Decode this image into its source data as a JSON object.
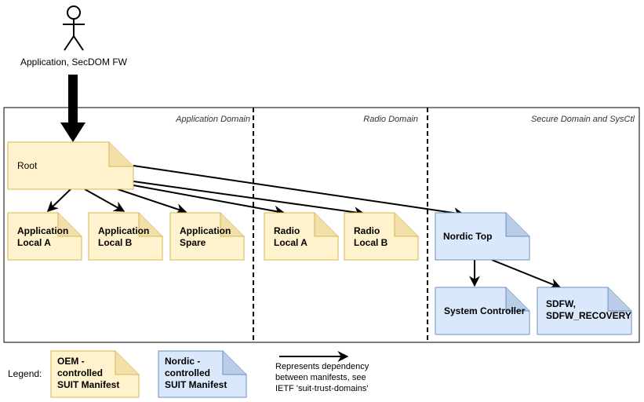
{
  "actor": {
    "label": "Application, SecDOM FW"
  },
  "domains": [
    {
      "label": "Application Domain"
    },
    {
      "label": "Radio Domain"
    },
    {
      "label": "Secure Domain and SysCtl"
    }
  ],
  "manifests": {
    "root": {
      "lines": [
        "Root"
      ]
    },
    "app_local_a": {
      "lines": [
        "Application",
        "Local A"
      ]
    },
    "app_local_b": {
      "lines": [
        "Application",
        "Local B"
      ]
    },
    "app_spare": {
      "lines": [
        "Application",
        "Spare"
      ]
    },
    "radio_local_a": {
      "lines": [
        "Radio",
        "Local A"
      ]
    },
    "radio_local_b": {
      "lines": [
        "Radio",
        "Local B"
      ]
    },
    "nordic_top": {
      "lines": [
        "Nordic Top"
      ]
    },
    "system_controller": {
      "lines": [
        "System Controller"
      ]
    },
    "sdfw": {
      "lines": [
        "SDFW,",
        "SDFW_RECOVERY"
      ]
    }
  },
  "legend": {
    "title": "Legend:",
    "oem": {
      "lines": [
        "OEM -",
        "controlled",
        "SUIT Manifest"
      ]
    },
    "nordic": {
      "lines": [
        "Nordic -",
        "controlled",
        "SUIT Manifest"
      ]
    },
    "arrow_desc": {
      "lines": [
        "Represents dependency",
        "between manifests, see",
        "IETF 'suit-trust-domains'"
      ]
    }
  },
  "colors": {
    "oem_fill": "#fff2cc",
    "oem_stroke": "#d6b656",
    "nordic_fill": "#dae8fc",
    "nordic_stroke": "#6c8ebf"
  }
}
